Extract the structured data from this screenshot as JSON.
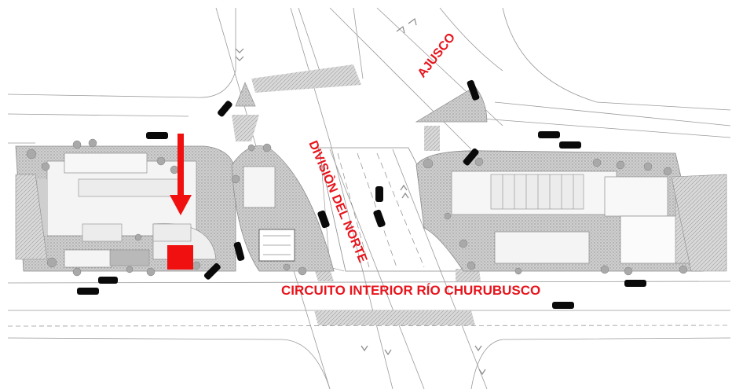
{
  "labels": {
    "circuito": "CIRCUITO INTERIOR RÍO CHURUBUSCO",
    "division": "DIVISIÒN DEL NORTE",
    "ajusco": "AJUSCO"
  },
  "colors": {
    "label": "#e8141c",
    "marker": "#f01010",
    "line": "#9a9a9a",
    "hatch": "#b9b9b9",
    "block": "#d8d8d8",
    "car": "#0a0a0a"
  },
  "icons": {
    "arrow": "down-arrow-icon",
    "marker": "location-square-icon"
  }
}
